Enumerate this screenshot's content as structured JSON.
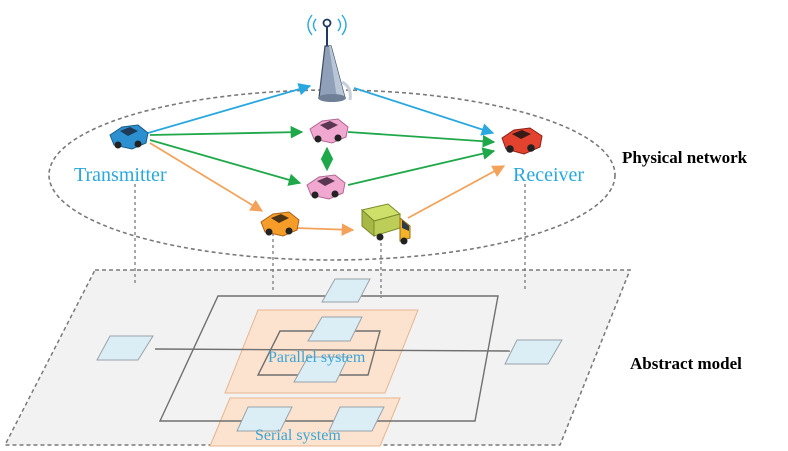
{
  "labels": {
    "transmitter": "Transmitter",
    "receiver": "Receiver",
    "physical_network": "Physical network",
    "abstract_model": "Abstract model",
    "parallel_system": "Parallel system",
    "serial_system": "Serial system"
  },
  "colors": {
    "blue_link": "#29a8e0",
    "green_link": "#1fa84a",
    "orange_link": "#f4a25a",
    "dashed": "#7a7a7a",
    "plane_fill": "#f2f2f2",
    "node_fill": "#dbeef6",
    "system_fill": "#fbe3cf",
    "gray_line": "#707070"
  },
  "icons": {
    "tower": "antenna-tower-icon",
    "transmitter_car": "blue-car-icon",
    "receiver_car": "red-car-icon",
    "relay_cars": "pink-car-icon",
    "orange_car": "orange-car-icon",
    "truck": "truck-icon"
  }
}
